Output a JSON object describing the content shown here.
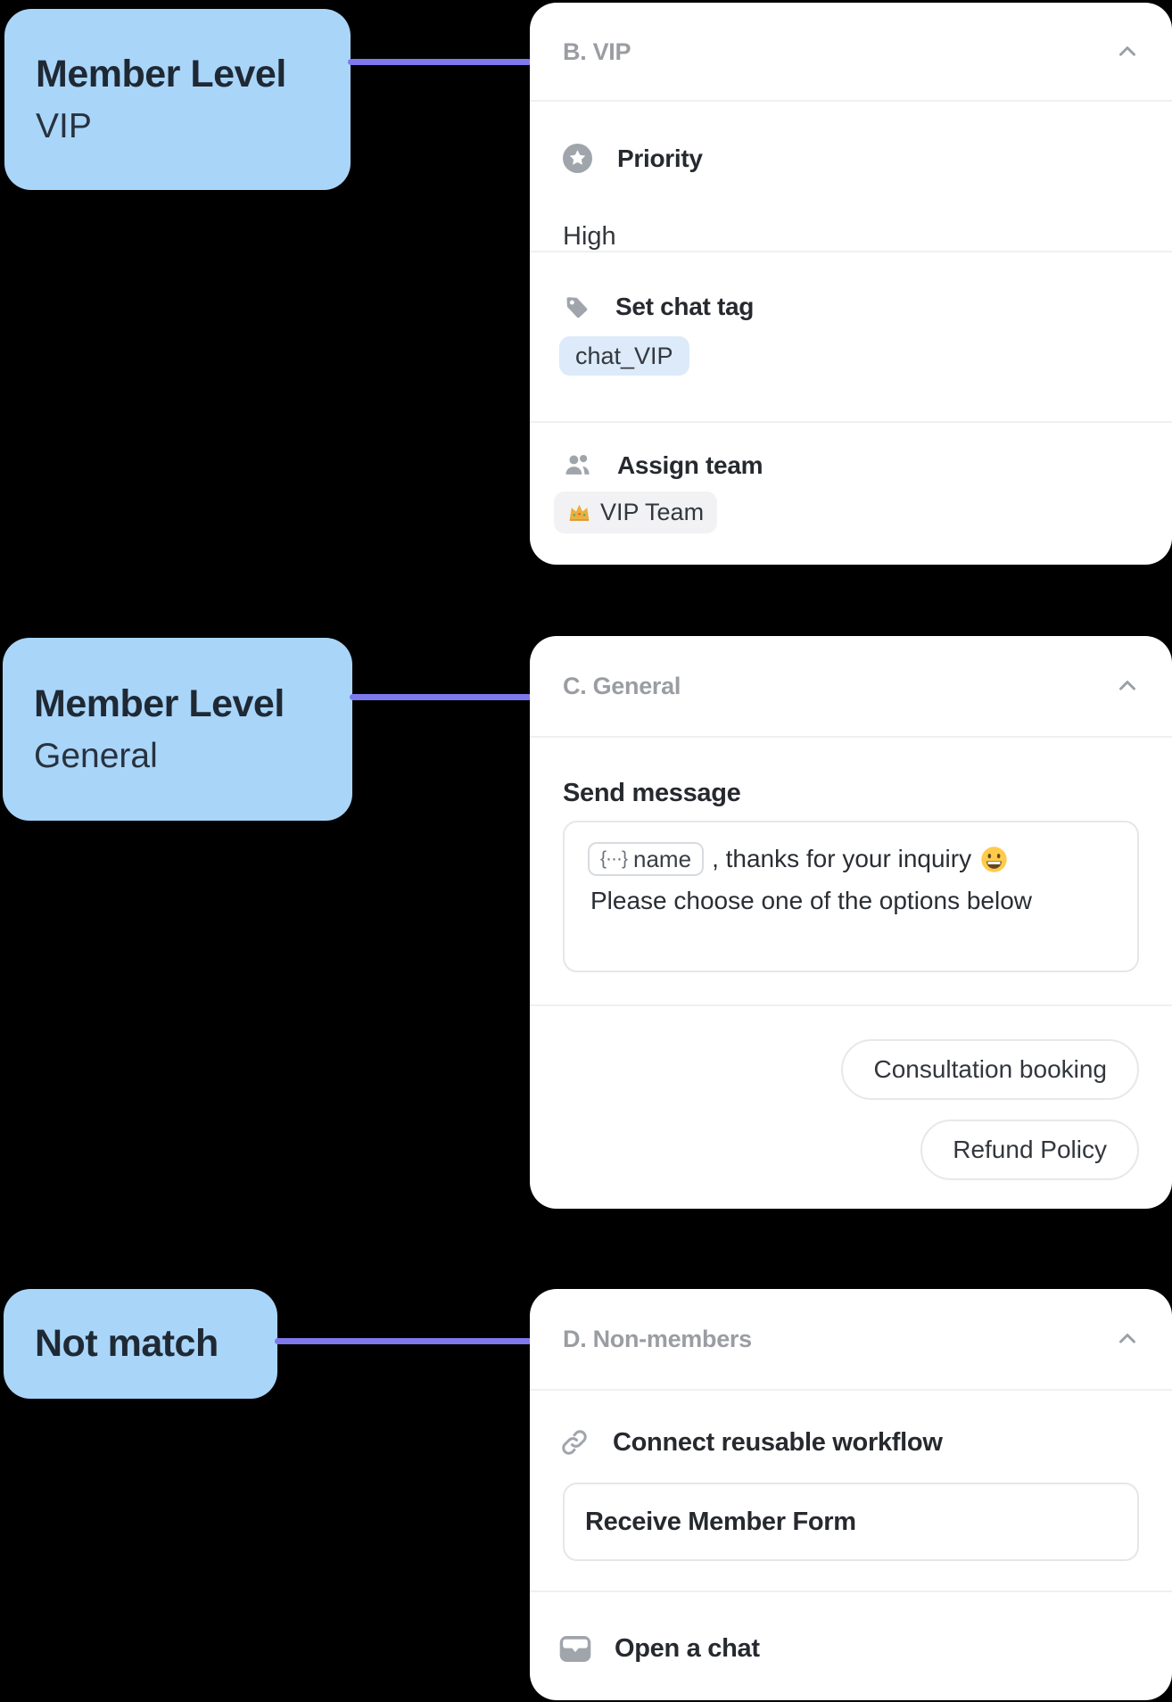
{
  "colors": {
    "background": "#000000",
    "connector": "#7D78EC",
    "label_node_bg": "#A9D5F9",
    "card_bg": "#FFFFFF",
    "tag_chip_bg": "#DCEAF9",
    "team_chip_bg": "#F2F2F4",
    "header_text": "#9A9DA1"
  },
  "labels": [
    {
      "title": "Member Level",
      "subtitle": "VIP"
    },
    {
      "title": "Member Level",
      "subtitle": "General"
    },
    {
      "title": "Not match"
    }
  ],
  "cards": [
    {
      "title": "B. VIP",
      "sections": {
        "priority": {
          "label": "Priority",
          "value": "High"
        },
        "chat_tag": {
          "label": "Set chat tag",
          "tag": "chat_VIP"
        },
        "assign_team": {
          "label": "Assign team",
          "team": "VIP Team",
          "team_emoji": "👑"
        }
      }
    },
    {
      "title": "C. General",
      "send_message": {
        "label": "Send message",
        "token": "name",
        "token_glyph": "{···}",
        "text_after_token": ", thanks for your inquiry",
        "emoji": "😀",
        "line2": "Please choose one of the options below",
        "buttons": [
          "Consultation booking",
          "Refund Policy"
        ]
      }
    },
    {
      "title": "D. Non-members",
      "connect_workflow": {
        "label": "Connect reusable workflow",
        "workflow_name": "Receive Member Form"
      },
      "open_chat": {
        "label": "Open a chat"
      }
    }
  ]
}
